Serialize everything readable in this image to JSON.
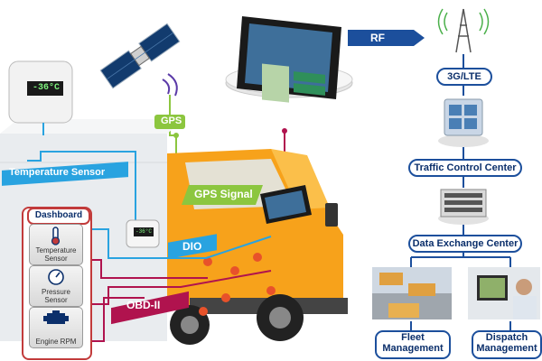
{
  "labels": {
    "rf": "RF",
    "lte": "3G/LTE",
    "traffic_control": "Traffic Control Center",
    "data_exchange": "Data Exchange Center",
    "fleet": "Fleet Management",
    "dispatch": "Dispatch Management",
    "gps": "GPS",
    "gps_signal": "GPS Signal",
    "temperature_sensor": "Temperature Sensor",
    "dio": "DIO",
    "obd": "OBD-II",
    "dashboard": "Dashboard",
    "thermo_display": "-36°C",
    "small_display": "-36°C"
  },
  "dashboard_items": [
    {
      "label": "Temperature Sensor",
      "icon": "thermometer-icon"
    },
    {
      "label": "Pressure Sensor",
      "icon": "pressure-gauge-icon"
    },
    {
      "label": "Engine RPM",
      "icon": "engine-icon"
    }
  ],
  "colors": {
    "navy": "#0b2f6b",
    "blue": "#1c4f9c",
    "light_blue": "#29a3e0",
    "green": "#8cc63f",
    "crimson": "#b0134e",
    "truck_orange": "#f7a21b"
  }
}
